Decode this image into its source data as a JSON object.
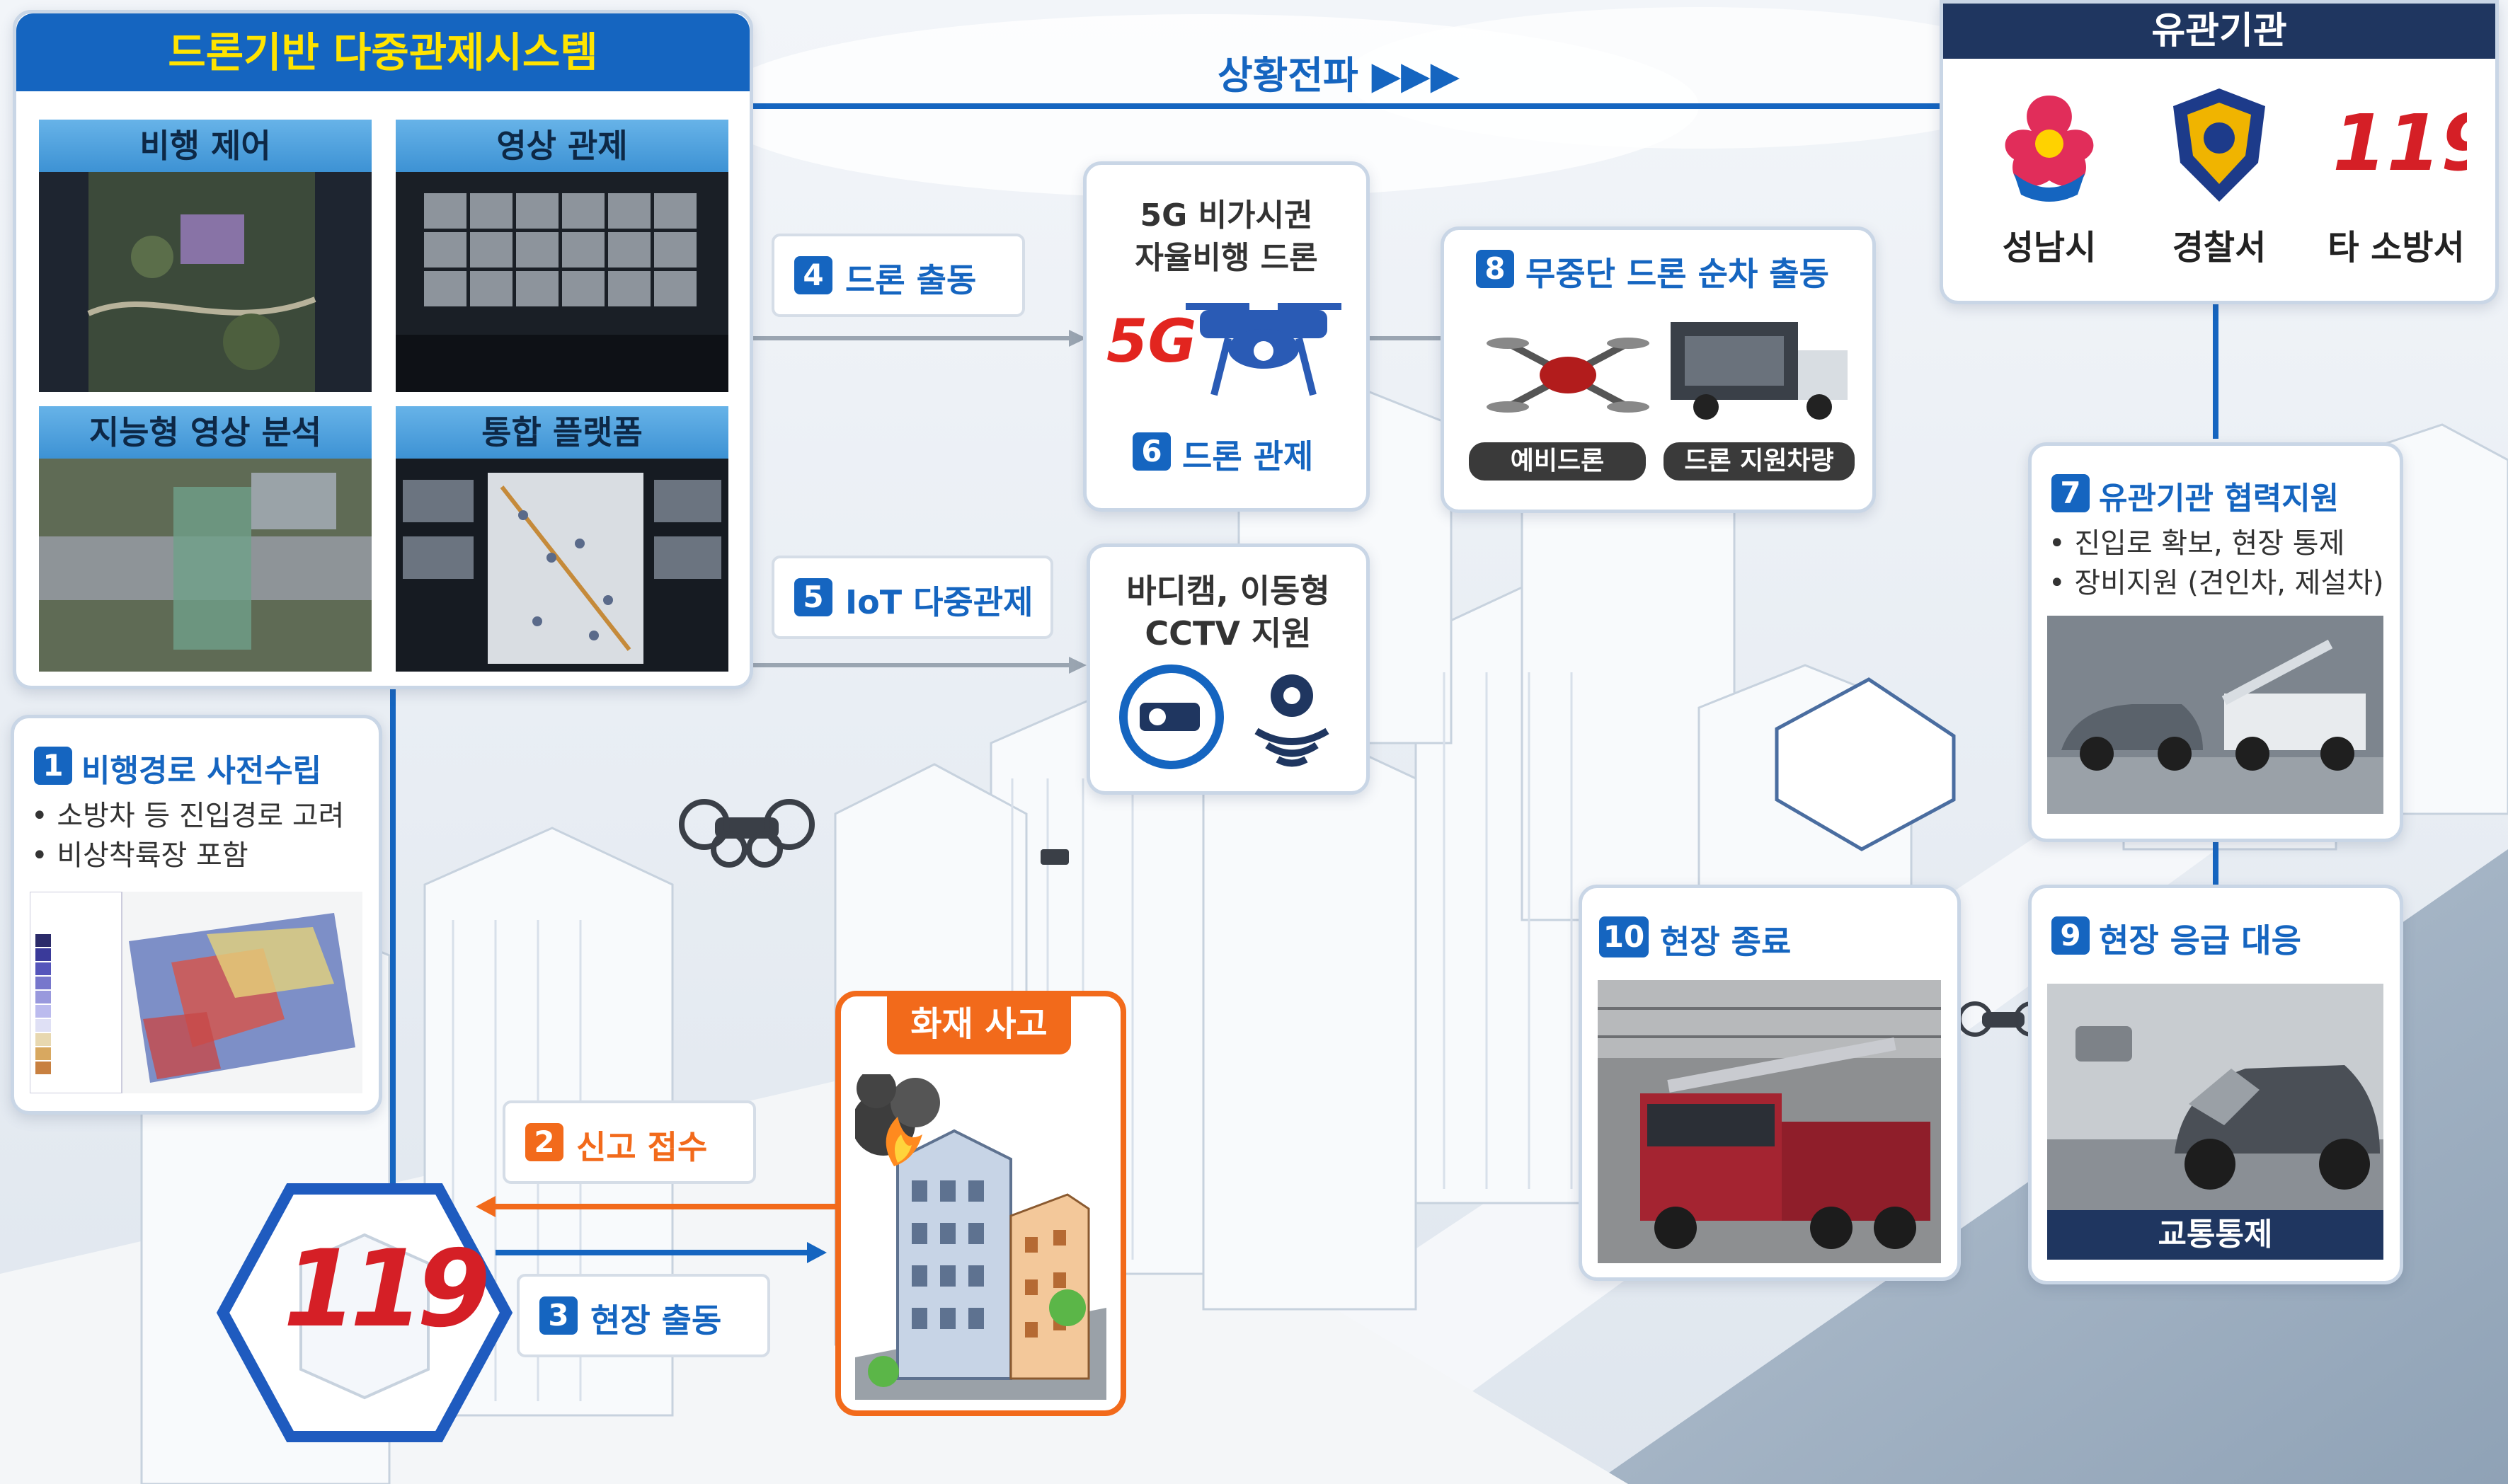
{
  "system": {
    "title": "드론기반 다중관제시스템",
    "tiles": [
      "비행 제어",
      "영상 관제",
      "지능형 영상 분석",
      "통합 플랫폼"
    ]
  },
  "flow": {
    "label": "상황전파 ▶▶▶"
  },
  "agencies": {
    "title": "유관기관",
    "items": [
      {
        "label": "성남시",
        "icon": "seongnam-city-emblem-icon"
      },
      {
        "label": "경찰서",
        "icon": "police-badge-icon"
      },
      {
        "label": "타 소방서",
        "icon": "119-fire-logo-icon"
      }
    ]
  },
  "steps": {
    "s1": {
      "num": "1",
      "title": "비행경로 사전수립",
      "bullets": [
        "소방차 등 진입경로 고려",
        "비상착륙장 포함"
      ]
    },
    "s2": {
      "num": "2",
      "title": "신고 접수"
    },
    "s3": {
      "num": "3",
      "title": "현장 출동"
    },
    "s4": {
      "num": "4",
      "title": "드론 출동"
    },
    "s5": {
      "num": "5",
      "title": "IoT 다중관제"
    },
    "s6": {
      "num": "6",
      "title": "드론 관제"
    },
    "s7": {
      "num": "7",
      "title": "유관기관 협력지원",
      "bullets": [
        "진입로 확보, 현장 통제",
        "장비지원 (견인차, 제설차)"
      ]
    },
    "s8": {
      "num": "8",
      "title": "무중단 드론 순차 출동"
    },
    "s9": {
      "num": "9",
      "title": "현장 응급 대응",
      "caption": "교통통제"
    },
    "s10": {
      "num": "10",
      "title": "현장 종료"
    }
  },
  "drone_box": {
    "title_line1": "5G 비가시권",
    "title_line2": "자율비행 드론",
    "badge": "5G"
  },
  "iot_box": {
    "title_line1": "바디캠, 이동형",
    "title_line2": "CCTV 지원"
  },
  "relay": {
    "spare_drone": "예비드론",
    "support_vehicle": "드론 지원차량"
  },
  "fire": {
    "title": "화재 사고"
  },
  "logo_119": "119",
  "colors": {
    "primary": "#1565c0",
    "accent": "#f26a1b",
    "title_yellow": "#ffe400"
  }
}
